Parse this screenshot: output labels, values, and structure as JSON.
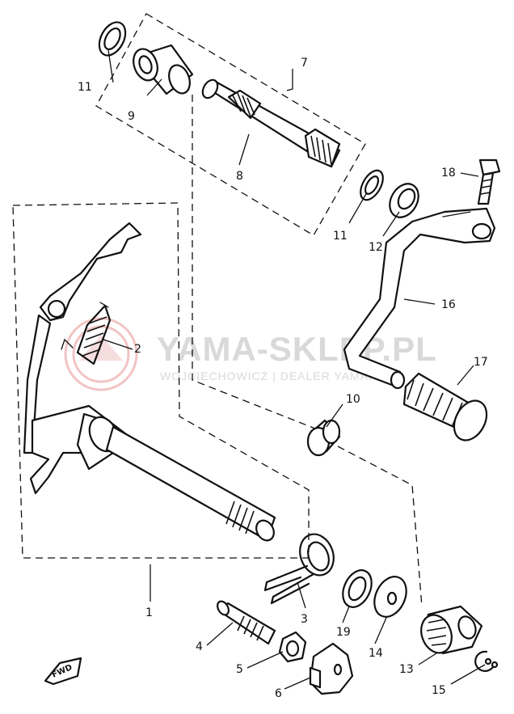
{
  "watermark": {
    "main": "YAMA-SKLEP.PL",
    "sub": "WOJCIECHOWICZ | DEALER YAMAHA"
  },
  "direction_mark": "FWD",
  "callouts": [
    {
      "id": "c1",
      "label": "1"
    },
    {
      "id": "c2",
      "label": "2"
    },
    {
      "id": "c3",
      "label": "3"
    },
    {
      "id": "c4",
      "label": "4"
    },
    {
      "id": "c5",
      "label": "5"
    },
    {
      "id": "c6",
      "label": "6"
    },
    {
      "id": "c7",
      "label": "7"
    },
    {
      "id": "c8",
      "label": "8"
    },
    {
      "id": "c9",
      "label": "9"
    },
    {
      "id": "c10",
      "label": "10"
    },
    {
      "id": "c11a",
      "label": "11"
    },
    {
      "id": "c11b",
      "label": "11"
    },
    {
      "id": "c12",
      "label": "12"
    },
    {
      "id": "c13",
      "label": "13"
    },
    {
      "id": "c14",
      "label": "14"
    },
    {
      "id": "c15",
      "label": "15"
    },
    {
      "id": "c16",
      "label": "16"
    },
    {
      "id": "c17",
      "label": "17"
    },
    {
      "id": "c18",
      "label": "18"
    },
    {
      "id": "c19",
      "label": "19"
    }
  ]
}
